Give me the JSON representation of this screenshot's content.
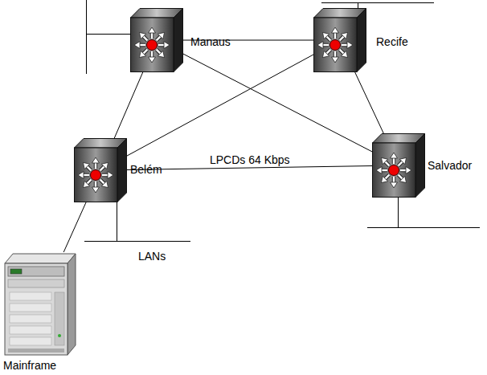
{
  "diagram": {
    "nodes": [
      {
        "text": [
          "Manaus"
        ]
      },
      {
        "text": [
          "Recife"
        ]
      },
      {
        "text": [
          "Belém"
        ]
      },
      {
        "text": [
          "Salvador"
        ]
      },
      {
        "text": [
          "Mainframe"
        ]
      }
    ],
    "edges": [
      {
        "from": 0,
        "to": 1,
        "arrow": "none"
      },
      {
        "from": 0,
        "to": 2,
        "arrow": "none"
      },
      {
        "from": 0,
        "to": 3,
        "arrow": "none"
      },
      {
        "from": 1,
        "to": 2,
        "arrow": "none"
      },
      {
        "from": 1,
        "to": 3,
        "arrow": "none"
      },
      {
        "from": 2,
        "to": 3,
        "label": "LPCDs 64 Kbps",
        "arrow": "none"
      },
      {
        "from": 2,
        "to": 4,
        "arrow": "none"
      }
    ],
    "labels": [
      "LANs"
    ]
  }
}
